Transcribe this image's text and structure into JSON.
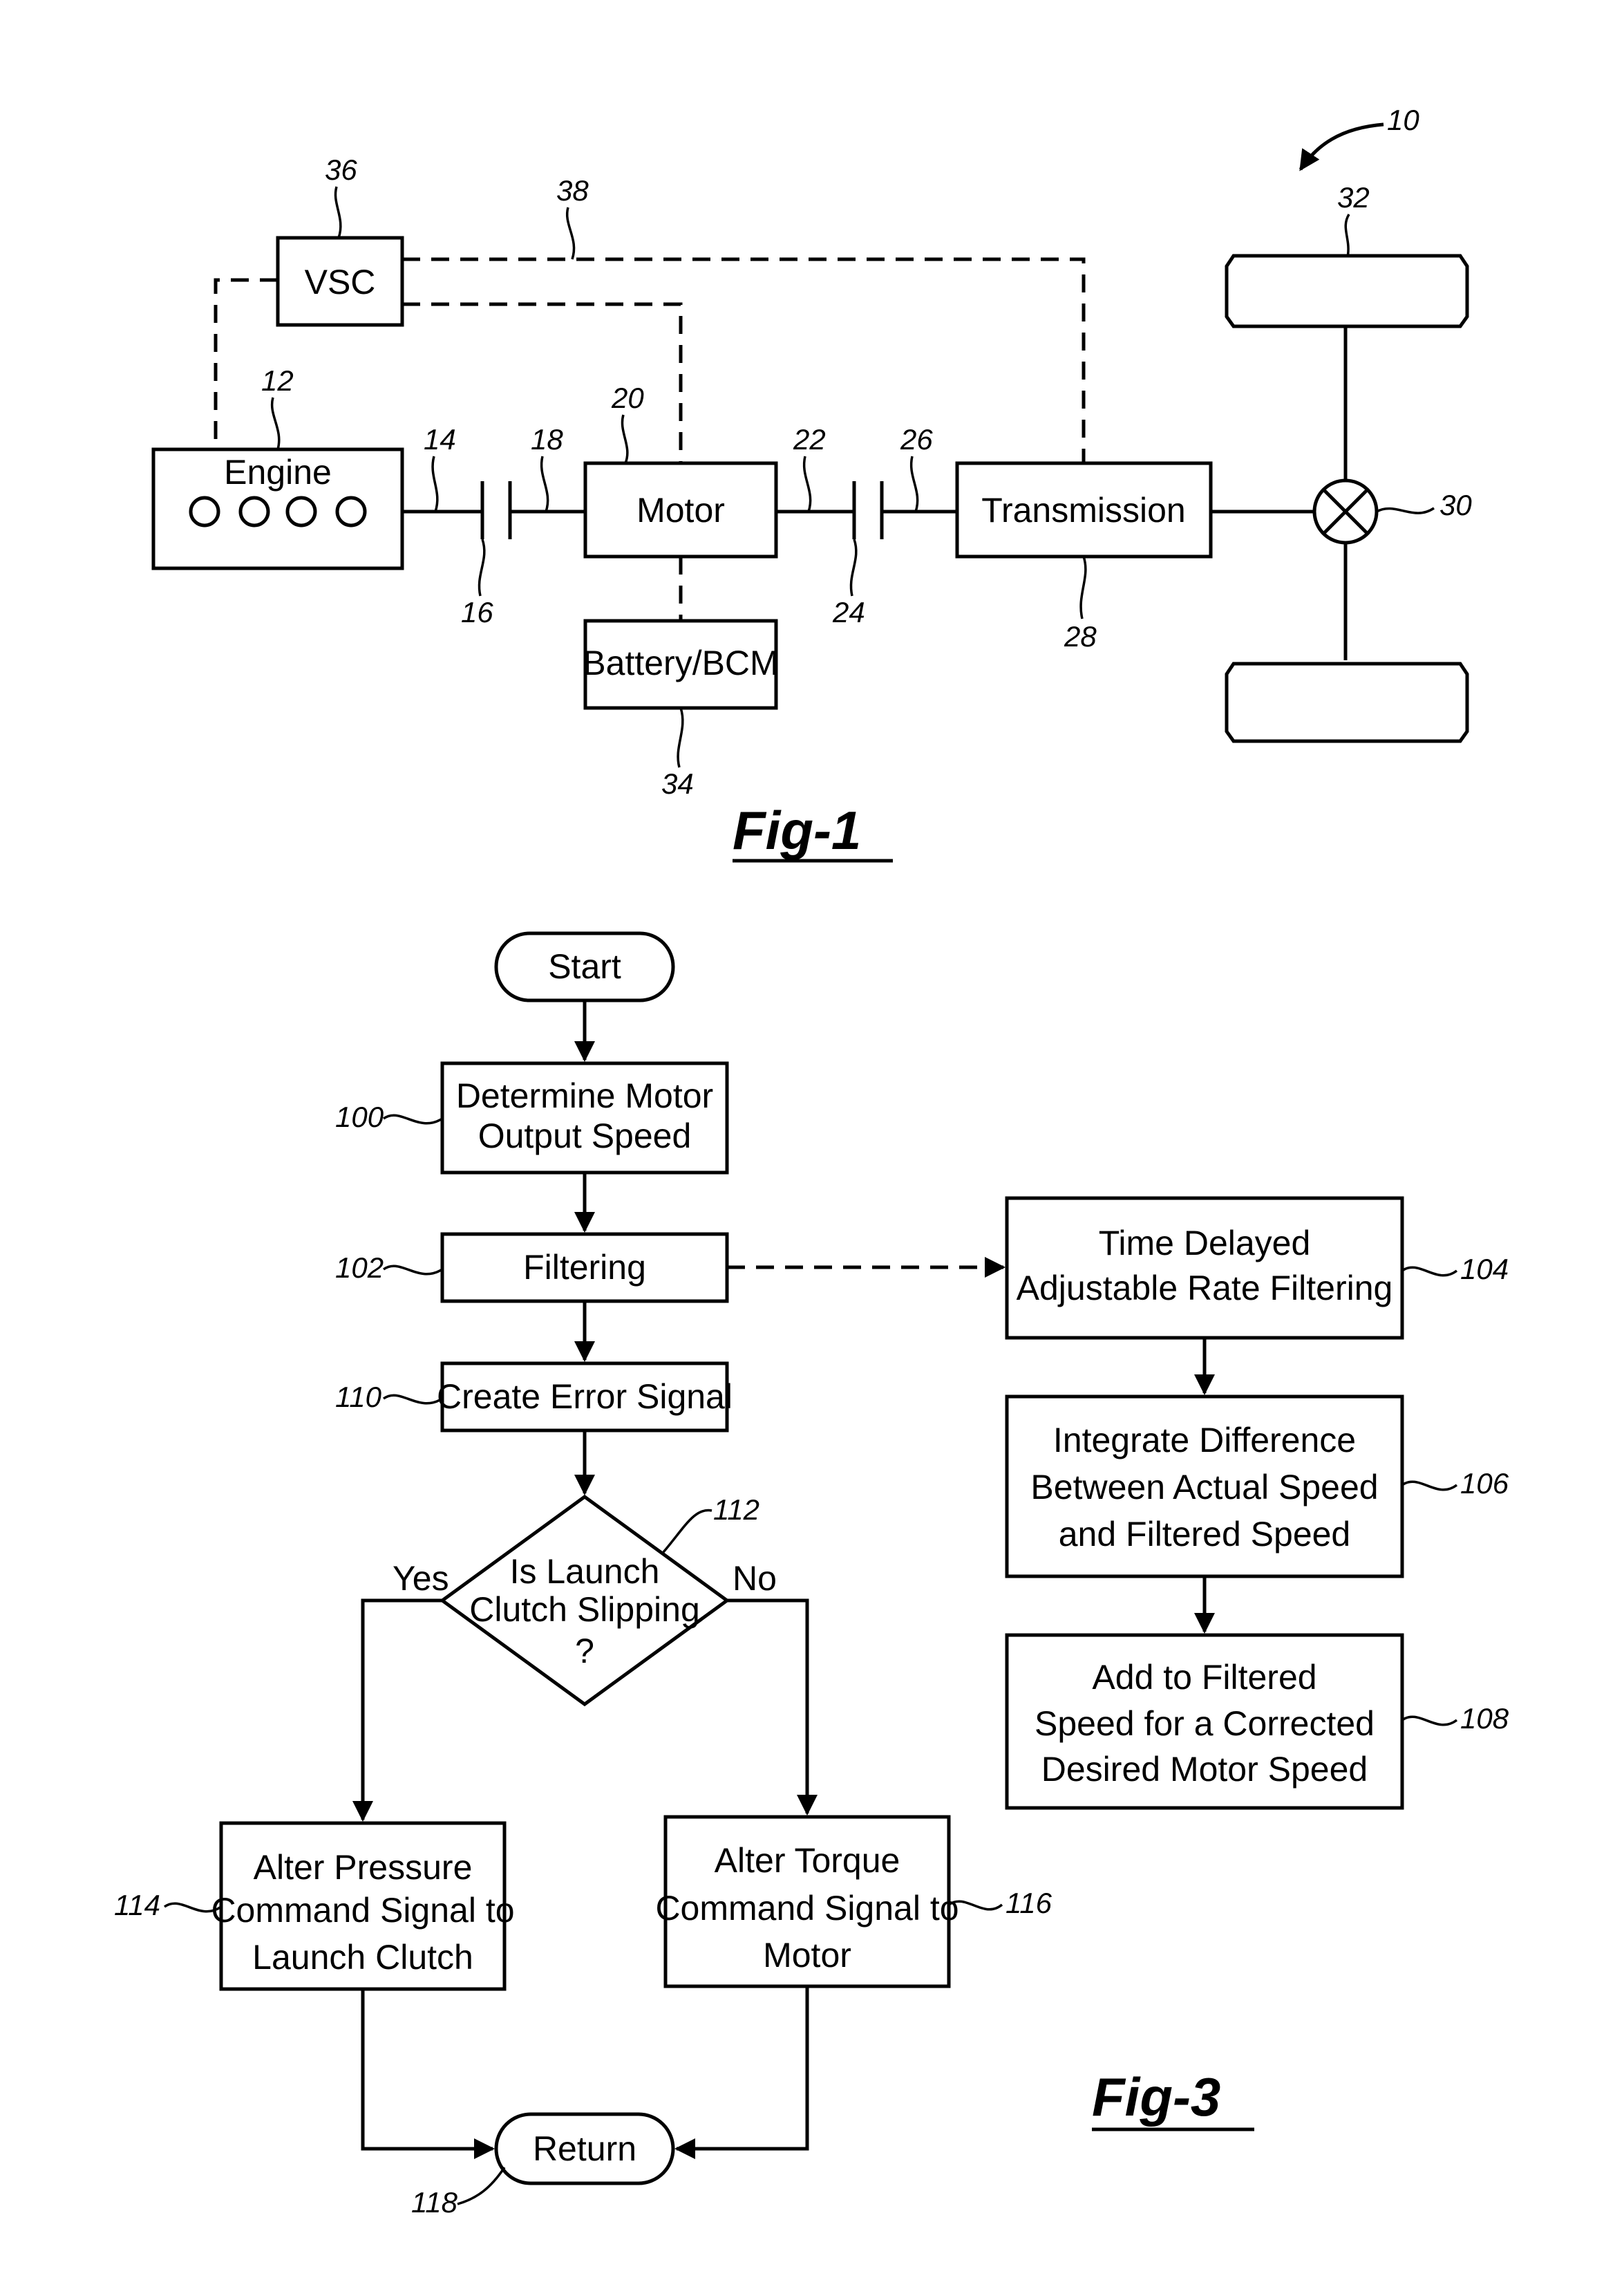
{
  "fig1": {
    "caption": "Fig-1",
    "labels": {
      "vsc": "VSC",
      "engine": "Engine",
      "motor": "Motor",
      "transmission": "Transmission",
      "battery": "Battery/BCM"
    },
    "refs": {
      "r10": "10",
      "r12": "12",
      "r14": "14",
      "r16": "16",
      "r18": "18",
      "r20": "20",
      "r22": "22",
      "r24": "24",
      "r26": "26",
      "r28": "28",
      "r30": "30",
      "r32": "32",
      "r34": "34",
      "r36": "36",
      "r38": "38"
    }
  },
  "fig3": {
    "caption": "Fig-3",
    "nodes": {
      "start": "Start",
      "determine": [
        "Determine Motor",
        "Output Speed"
      ],
      "filtering": "Filtering",
      "error": "Create Error Signal",
      "decision": [
        "Is Launch",
        "Clutch Slipping",
        "?"
      ],
      "yes": "Yes",
      "no": "No",
      "pressure": [
        "Alter Pressure",
        "Command Signal to",
        "Launch Clutch"
      ],
      "torque": [
        "Alter Torque",
        "Command Signal to",
        "Motor"
      ],
      "return": "Return",
      "delayed": [
        "Time Delayed",
        "Adjustable Rate Filtering"
      ],
      "integrate": [
        "Integrate Difference",
        "Between Actual Speed",
        "and Filtered Speed"
      ],
      "add": [
        "Add to Filtered",
        "Speed for a Corrected",
        "Desired Motor Speed"
      ]
    },
    "refs": {
      "r100": "100",
      "r102": "102",
      "r104": "104",
      "r106": "106",
      "r108": "108",
      "r110": "110",
      "r112": "112",
      "r114": "114",
      "r116": "116",
      "r118": "118"
    }
  }
}
